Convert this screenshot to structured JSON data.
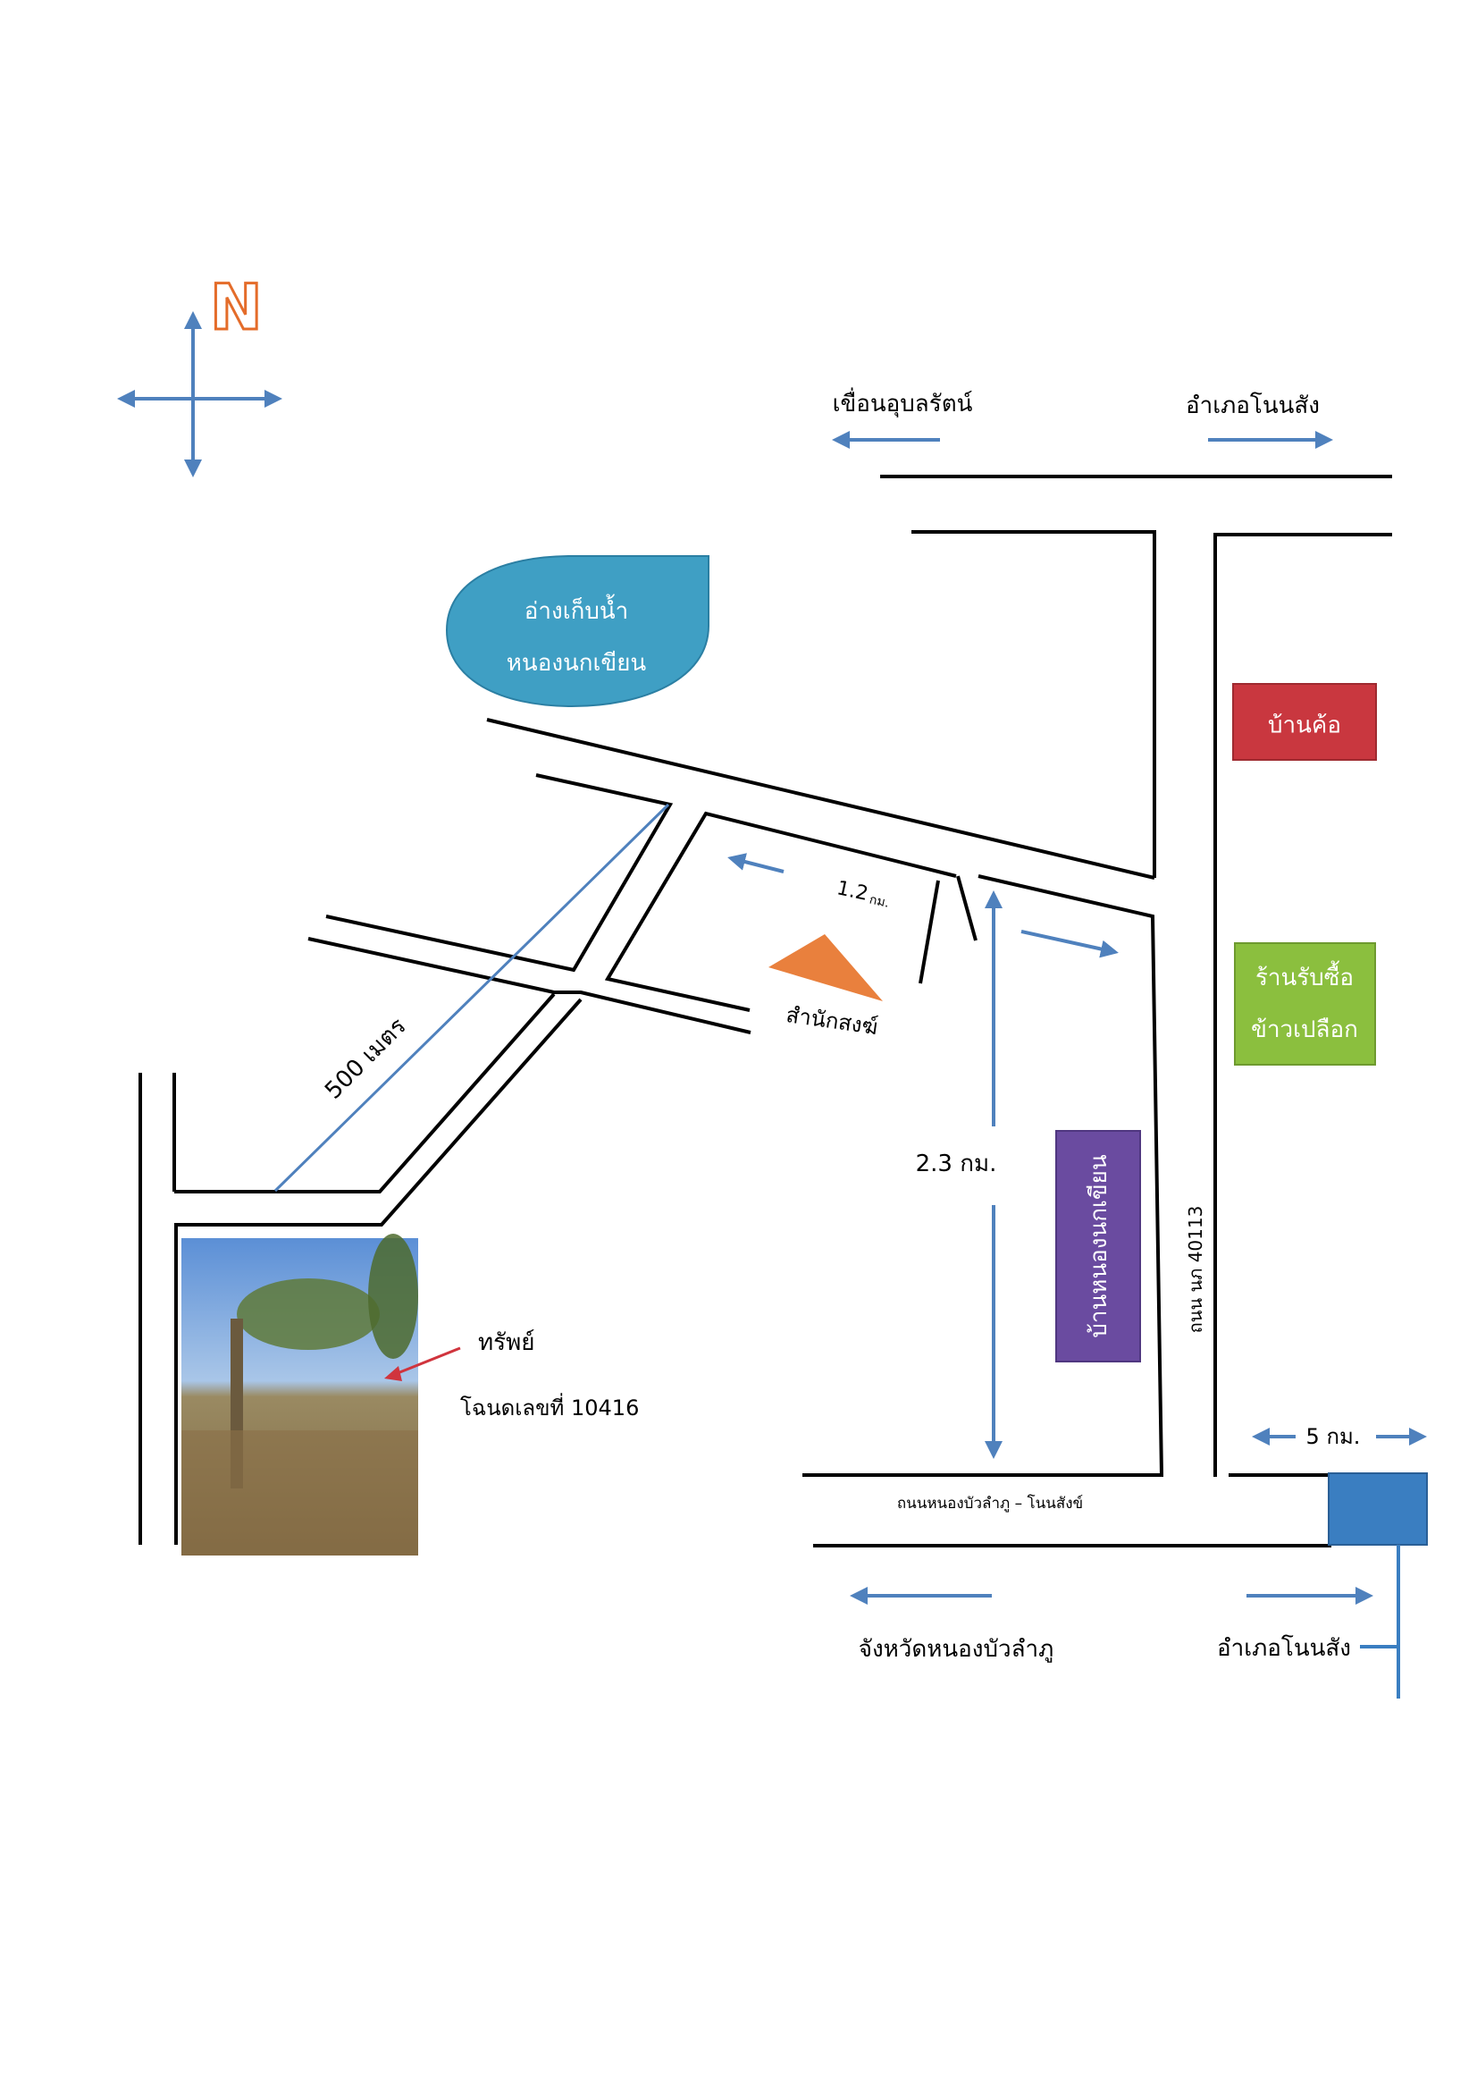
{
  "compass": {
    "north_label": "N"
  },
  "directions": {
    "top_left": "เขื่อนอุบลรัตน์",
    "top_right": "อำเภอโนนสัง",
    "bottom_left": "จังหวัดหนองบัวลำภู",
    "bottom_right": "อำเภอโนนสัง"
  },
  "reservoir": {
    "line1": "อ่างเก็บน้ำ",
    "line2": "หนองนกเขียน"
  },
  "places": {
    "ban_kho": "บ้านค้อ",
    "rice_buyer_line1": "ร้านรับซื้อ",
    "rice_buyer_line2": "ข้าวเปลือก",
    "village": "บ้านหนองนกเขียน",
    "temple": "สำนักสงฆ์"
  },
  "roads": {
    "road_40113": "ถนน นภ 40113",
    "main_road": "ถนนหนองบัวลำภู – โนนสังข์"
  },
  "distances": {
    "d_1_2": "1.2",
    "d_1_2_unit": "กม.",
    "d_2_3": "2.3 กม.",
    "d_500": "500 เมตร",
    "d_5": "5 กม."
  },
  "property": {
    "label": "ทรัพย์",
    "deed": "โฉนดเลขที่  10416"
  },
  "colors": {
    "arrow": "#4f81bd",
    "north": "#e46c2a",
    "reservoir": "#3f9fc4",
    "ban_kho": "#c9373f",
    "rice_buyer": "#8bbf3e",
    "village": "#6a4ba0",
    "temple": "#e9803d",
    "junction": "#3a7ec1",
    "road": "#000000"
  }
}
